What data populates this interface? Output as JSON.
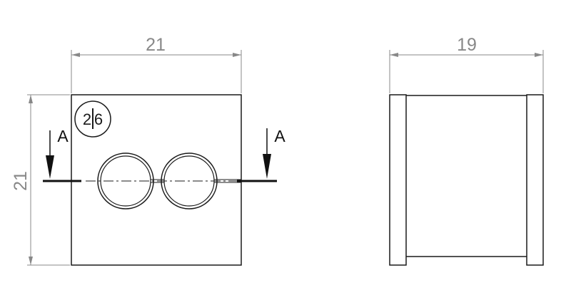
{
  "front_view": {
    "width_dimension": "21",
    "height_dimension": "21",
    "badge": {
      "left_digit": "2",
      "right_digit": "6"
    },
    "section_marks": {
      "left_label": "A",
      "right_label": "A"
    }
  },
  "side_view": {
    "width_dimension": "19"
  },
  "colors": {
    "outline": "#1a1a1a",
    "dimension": "#888888",
    "section": "#111111",
    "background": "#ffffff"
  }
}
